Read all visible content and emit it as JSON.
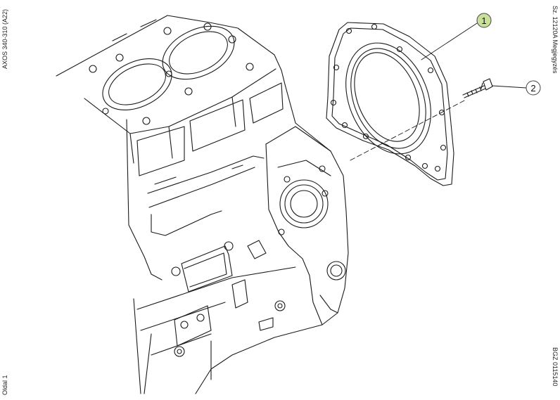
{
  "margin_text": {
    "top_left": "AXOS 340-310 (A22)",
    "bottom_left": "Oldal 1",
    "top_right": "Sz. 12120A  Megjegyzés",
    "bottom_right": "BGZ 0115140"
  },
  "callouts": [
    {
      "number": "1",
      "part": "rear crankshaft seal carrier",
      "highlight_color": "#c8e09a"
    },
    {
      "number": "2",
      "part": "screw",
      "highlight_color": "#ffffff"
    }
  ]
}
